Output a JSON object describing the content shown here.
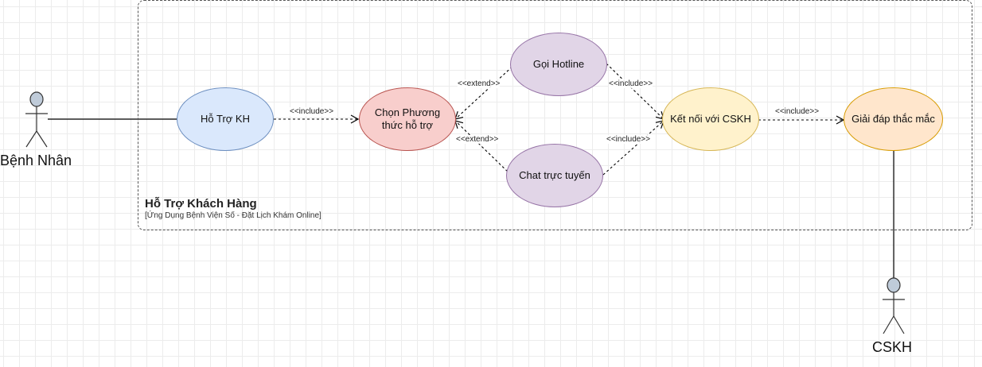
{
  "system": {
    "title": "Hỗ Trợ Khách Hàng",
    "subtitle": "[Ứng Dụng Bệnh Viện Số - Đặt Lịch Khám Online]"
  },
  "actors": {
    "patient": "Bệnh Nhân",
    "cskh": "CSKH"
  },
  "use_cases": {
    "ho_tro_kh": "Hỗ Trợ KH",
    "chon_phuong_thuc": "Chọn Phương thức hỗ trợ",
    "goi_hotline": "Gọi Hotline",
    "chat_truc_tuyen": "Chat trực tuyến",
    "ket_noi_cskh": "Kết nối với CSKH",
    "giai_dap": "Giải đáp thắc mắc"
  },
  "relations": {
    "include_1": "<<include>>",
    "extend_hotline": "<<extend>>",
    "extend_chat": "<<extend>>",
    "include_hotline": "<<include>>",
    "include_chat": "<<include>>",
    "include_answer": "<<include>>"
  },
  "colors": {
    "blue_fill": "#dae8fc",
    "red_fill": "#f8cecc",
    "purple_fill": "#e1d5e7",
    "yellow_fill": "#fff2cc",
    "orange_fill": "#ffe6cc"
  }
}
